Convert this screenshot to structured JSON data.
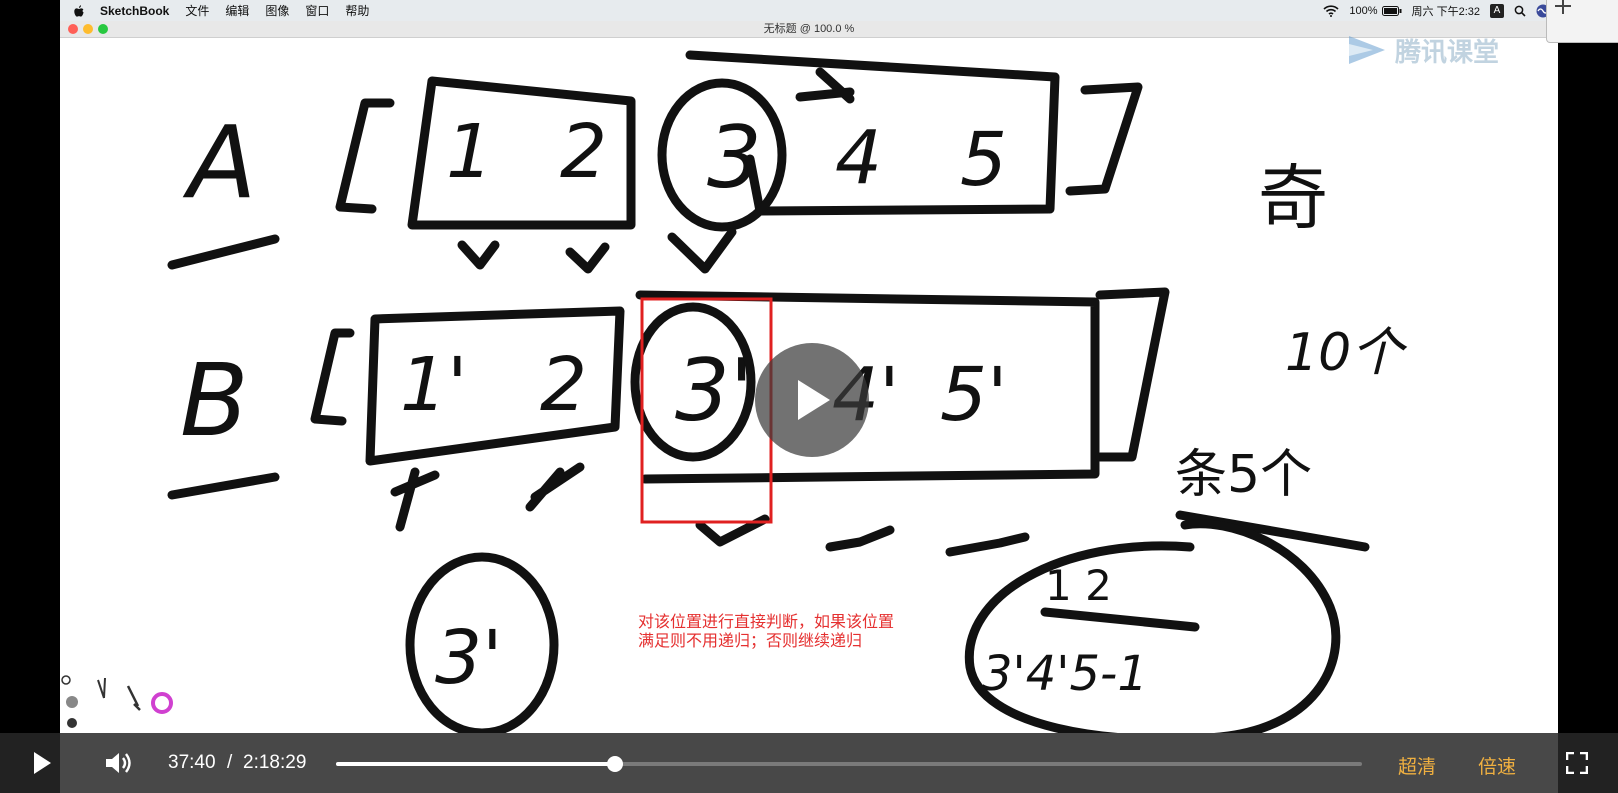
{
  "menubar": {
    "app_name": "SketchBook",
    "menus": [
      "文件",
      "编辑",
      "图像",
      "窗口",
      "帮助"
    ],
    "battery": "100%",
    "clock": "周六 下午2:32",
    "input_method": "A"
  },
  "window": {
    "title": "无标题 @ 100.0 %"
  },
  "watermark": {
    "text": "腾讯课堂"
  },
  "annotation": {
    "line1": "对该位置进行直接判断，如果该位置",
    "line2": "满足则不用递归；否则继续递归"
  },
  "sketch": {
    "row_a_label": "A",
    "row_b_label": "B",
    "row_a_digits": [
      "1",
      "2",
      "3",
      "4",
      "5"
    ],
    "row_b_digits": [
      "1'",
      "2",
      "3'",
      "4'",
      "5'"
    ],
    "circled_bottom": "3'",
    "right_top": "奇",
    "right_mid": "10个",
    "right_low": "条5个",
    "circle_top": "1 2",
    "circle_bottom": "3'4'5-1"
  },
  "colors": {
    "ink": "#111111",
    "highlight": "#e02020",
    "annotation": "#e53030",
    "accent": "#f0b040"
  },
  "player": {
    "current_time": "37:40",
    "separator": "/",
    "total_time": "2:18:29",
    "progress": 0.2722,
    "quality_label": "超清",
    "speed_label": "倍速"
  }
}
